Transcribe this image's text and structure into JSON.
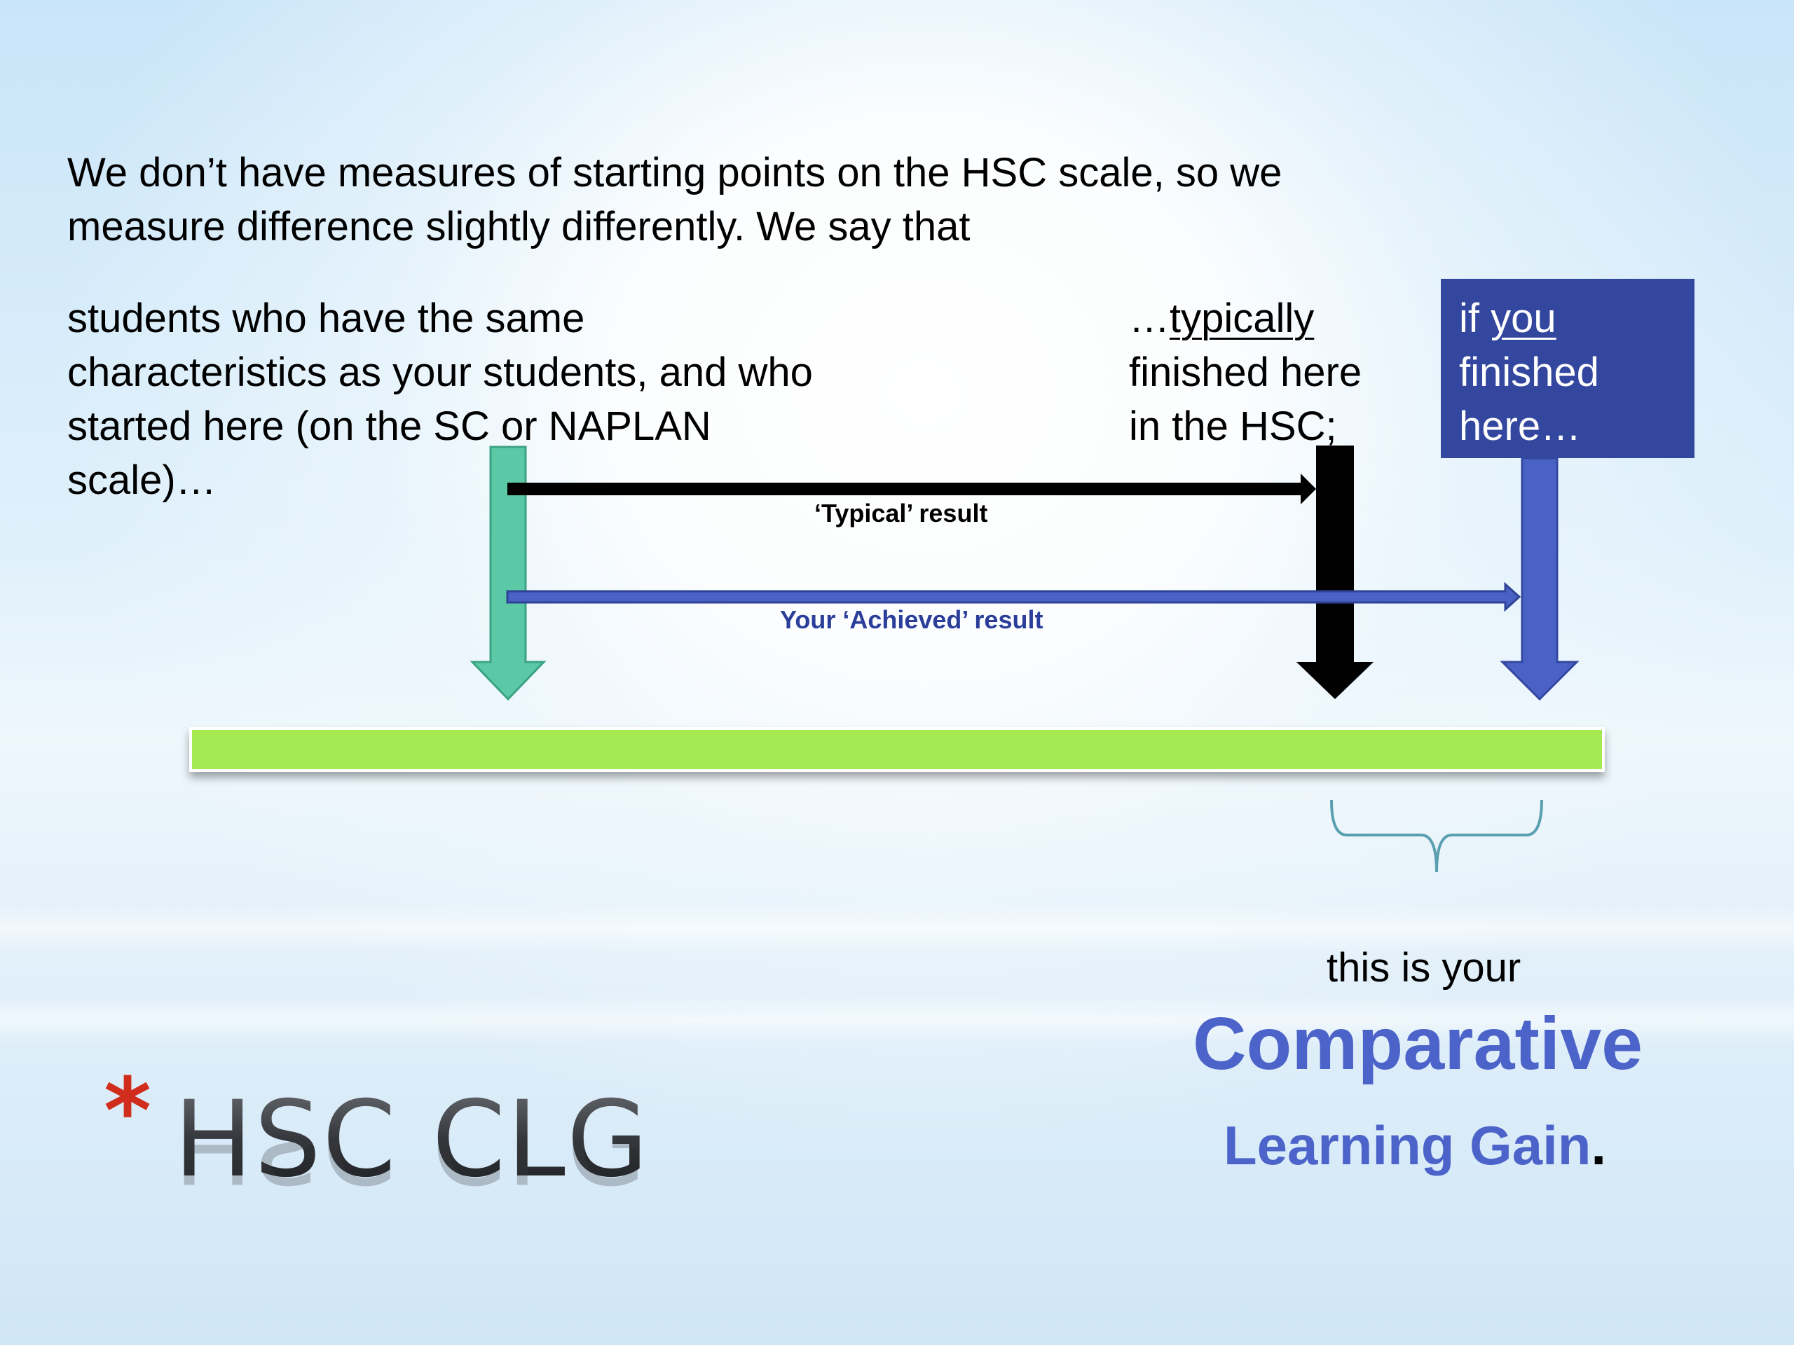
{
  "intro": {
    "line1": "We don’t have measures of starting points on the HSC scale, so we",
    "line2": "measure difference slightly differently.   We say that"
  },
  "students": {
    "line1": "students who have the same",
    "line2": "characteristics as your students, and who",
    "line3": "started here (on the SC or NAPLAN",
    "line4": "scale)…"
  },
  "typically": {
    "prefix": "…",
    "word": "typically",
    "line2": "finished here",
    "line3": "in the HSC;"
  },
  "you_box": {
    "if": "if ",
    "you": "you",
    "line2": "finished",
    "line3": "here…"
  },
  "arrows": {
    "typical_label": "‘Typical’ result",
    "achieved_label": "Your ‘Achieved’ result"
  },
  "gain": {
    "line1": "this is your",
    "big": "Comparative",
    "line3": "Learning Gain",
    "dot": "."
  },
  "title": {
    "asterisk": "*",
    "text": "HSC CLG"
  },
  "colors": {
    "scale_bar": "#a6ea52",
    "start_arrow": "#5cc9a6",
    "typical_arrow": "#000000",
    "achieved_arrow": "#4a61c6",
    "you_box": "#33479f",
    "gain_text": "#4c63c9",
    "asterisk": "#d12d1c"
  }
}
